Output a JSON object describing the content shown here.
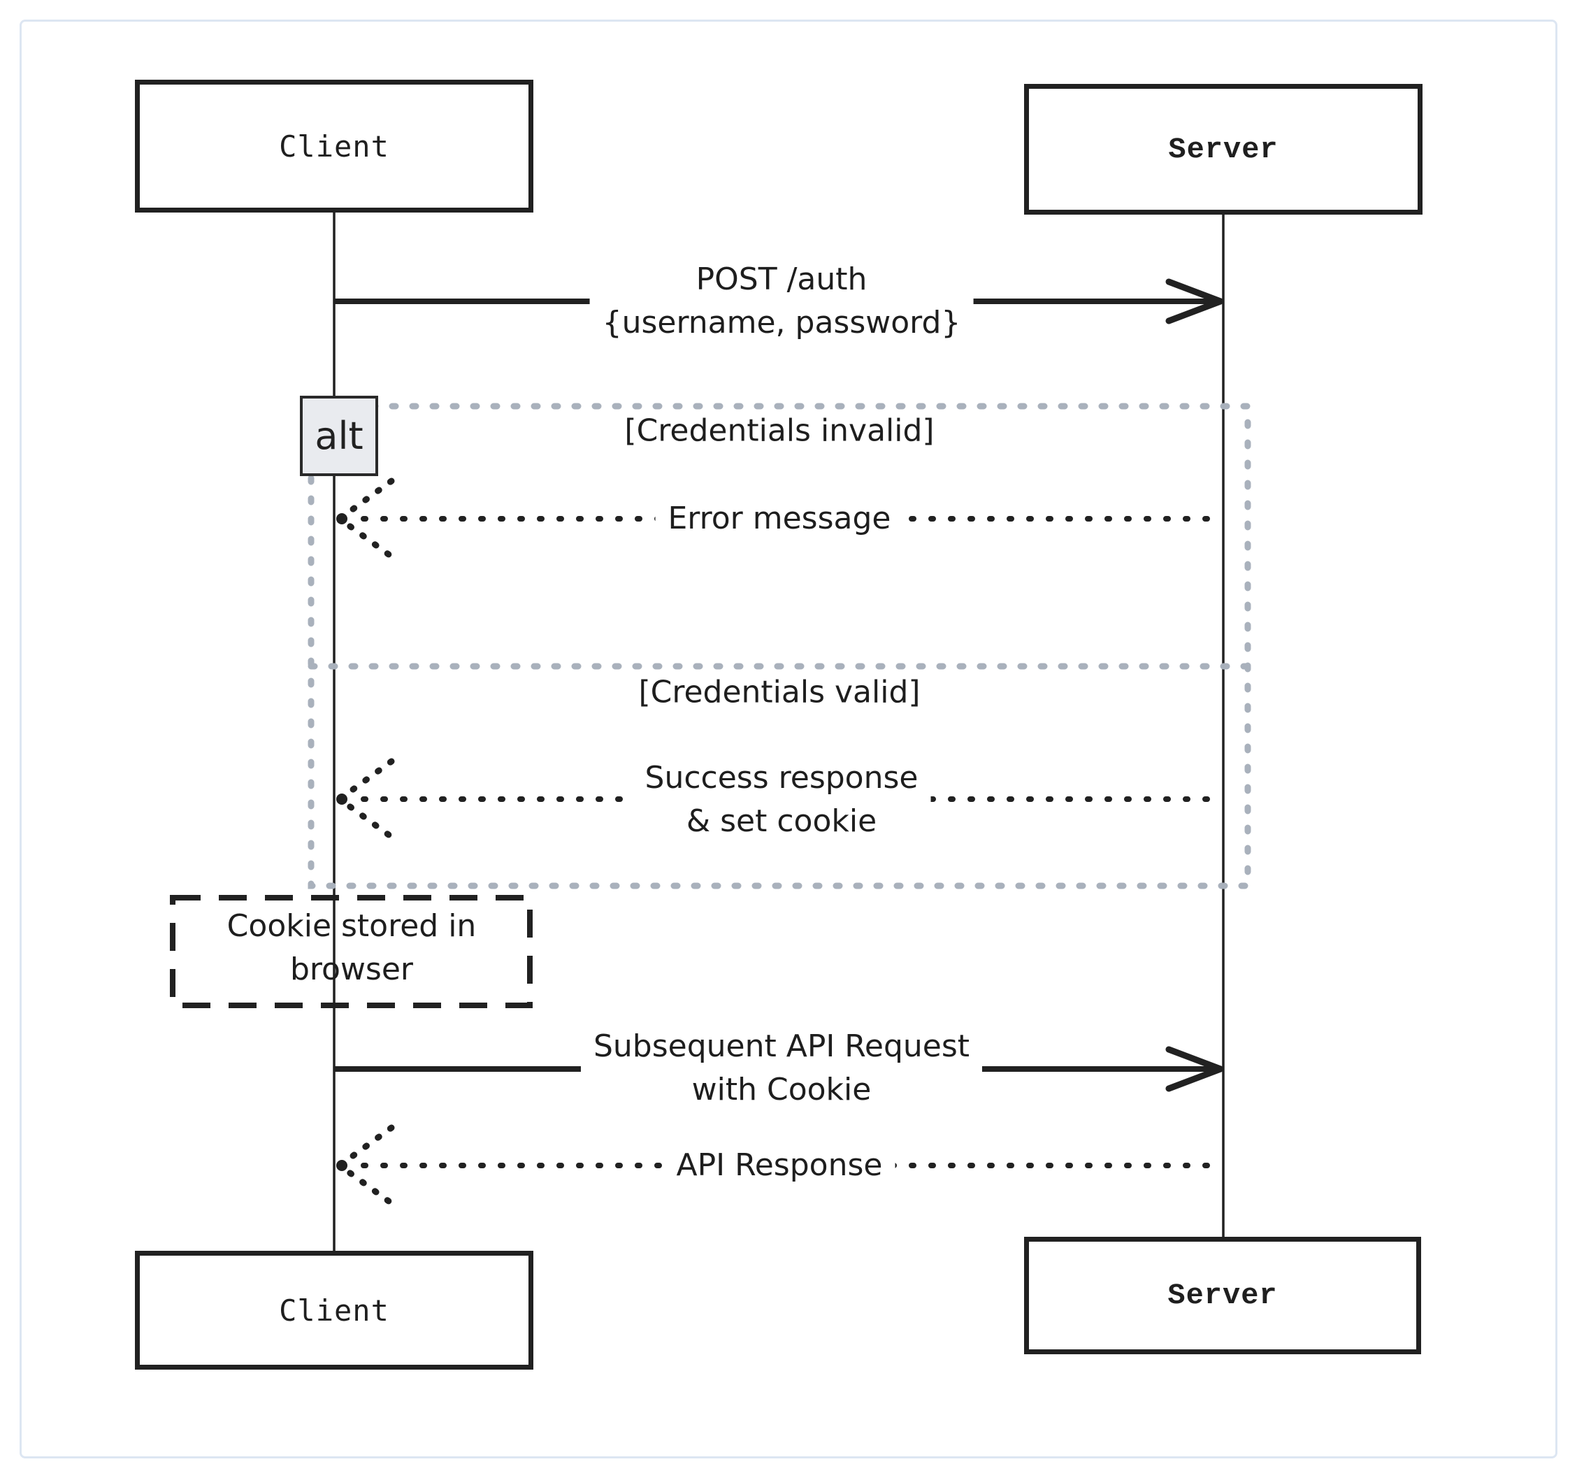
{
  "diagram": {
    "kind": "sequence-diagram",
    "colors": {
      "ink": "#212121",
      "fragment_border": "#a9b1bc",
      "alt_fill": "#e9ebef",
      "page_border": "#dde6f2",
      "background": "#ffffff"
    }
  },
  "actors": {
    "client": {
      "label": "Client"
    },
    "server": {
      "label": "Server"
    }
  },
  "messages": {
    "post_auth": {
      "line1": "POST /auth",
      "line2": "{username, password}"
    },
    "error": {
      "label": "Error message"
    },
    "success": {
      "line1": "Success response",
      "line2": "& set cookie"
    },
    "subsequent": {
      "line1": "Subsequent API Request",
      "line2": "with Cookie"
    },
    "api_response": {
      "label": "API Response"
    }
  },
  "fragment": {
    "operator": "alt",
    "guard_invalid": "[Credentials invalid]",
    "guard_valid": "[Credentials valid]"
  },
  "note": {
    "line1": "Cookie stored in",
    "line2": "browser"
  }
}
